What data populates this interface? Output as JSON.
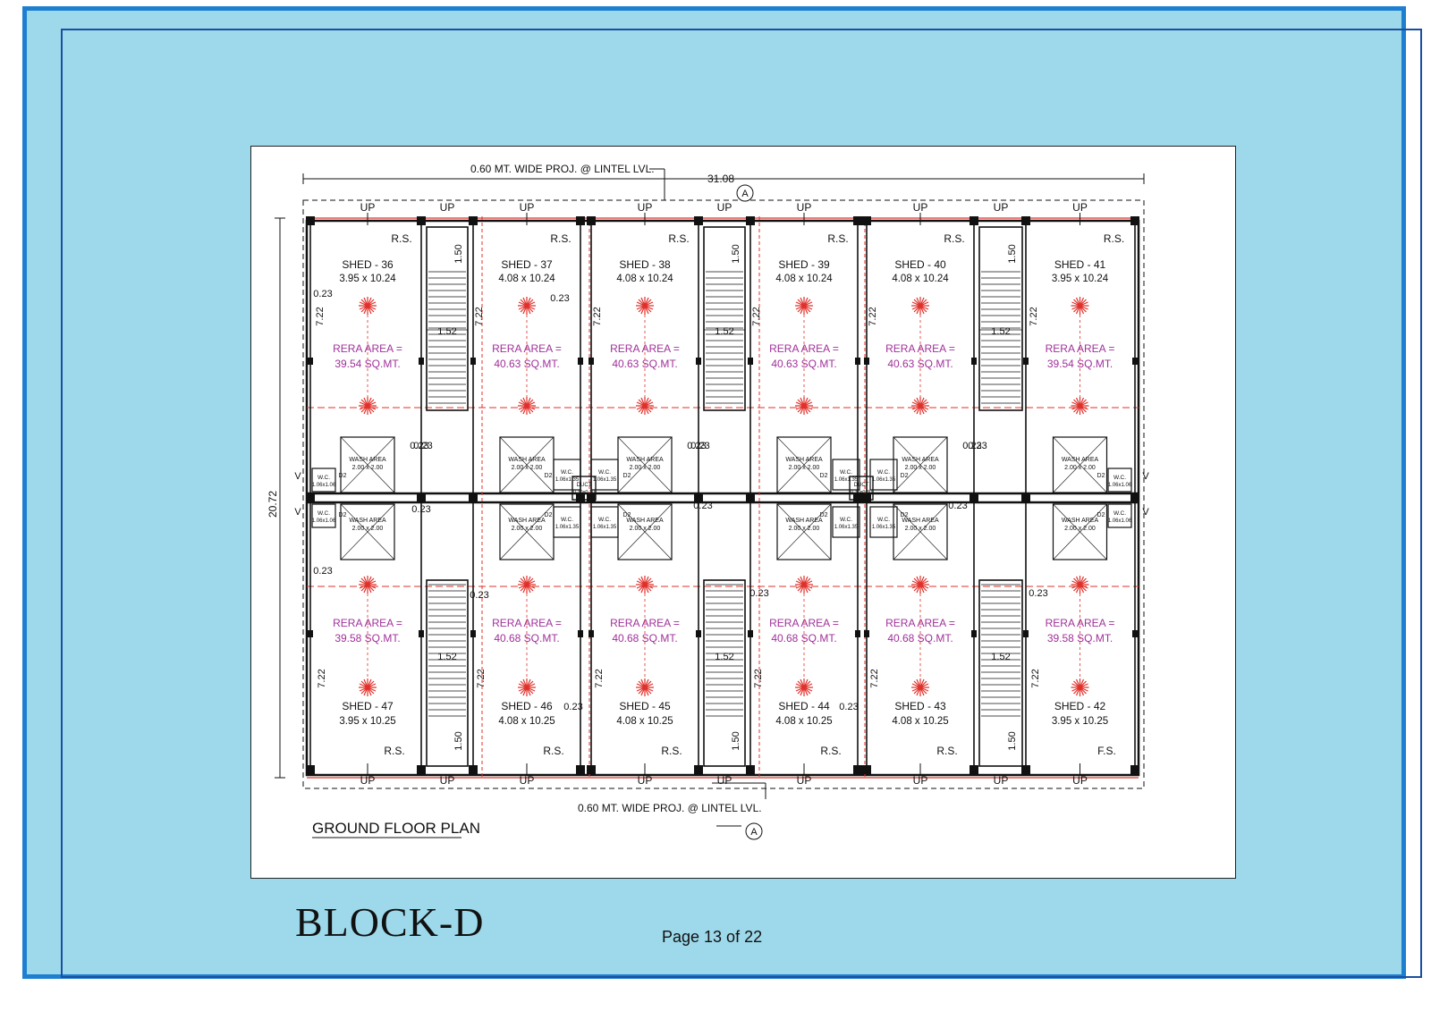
{
  "document": {
    "block_title": "BLOCK-D",
    "page_number": "Page 13 of 22"
  },
  "plan": {
    "plan_title": "GROUND FLOOR PLAN",
    "top_projection_note": "0.60 MT. WIDE PROJ. @ LINTEL LVL.",
    "bottom_projection_note": "0.60 MT. WIDE PROJ. @ LINTEL LVL.",
    "overall_width": "31.08",
    "overall_depth": "20.72",
    "section_marker": "A",
    "up_label": "UP",
    "rs_label": "R.S.",
    "fs_label": "F.S.",
    "shed_depth_dim": "7.22",
    "stair_width_dim": "1.52",
    "stair_landing_dim": "1.50",
    "wall_dim": "0.23",
    "duct_label": "DUCT",
    "duct_size": "0.30x0.30",
    "wash_area_label": "WASH AREA",
    "wash_area_size": "2.00 x 2.00",
    "wc_label": "W.C.",
    "wc_size_small": "1.06x1.06",
    "wc_size_large": "1.06x1.35",
    "d2_label": "D2",
    "v_label": "V",
    "colors": {
      "rera": "#a0309a",
      "marker": "#e0302a",
      "line": "#111111"
    },
    "sheds_top": [
      {
        "name": "SHED - 36",
        "size": "3.95 x 10.24",
        "rera_label": "RERA AREA =",
        "rera_value": "39.54 SQ.MT."
      },
      {
        "name": "SHED - 37",
        "size": "4.08 x 10.24",
        "rera_label": "RERA AREA =",
        "rera_value": "40.63 SQ.MT."
      },
      {
        "name": "SHED - 38",
        "size": "4.08 x 10.24",
        "rera_label": "RERA AREA =",
        "rera_value": "40.63 SQ.MT."
      },
      {
        "name": "SHED - 39",
        "size": "4.08 x 10.24",
        "rera_label": "RERA AREA =",
        "rera_value": "40.63 SQ.MT."
      },
      {
        "name": "SHED - 40",
        "size": "4.08 x 10.24",
        "rera_label": "RERA AREA =",
        "rera_value": "40.63 SQ.MT."
      },
      {
        "name": "SHED - 41",
        "size": "3.95 x 10.24",
        "rera_label": "RERA AREA =",
        "rera_value": "39.54 SQ.MT."
      }
    ],
    "sheds_bottom": [
      {
        "name": "SHED - 47",
        "size": "3.95 x 10.25",
        "rera_label": "RERA AREA =",
        "rera_value": "39.58 SQ.MT."
      },
      {
        "name": "SHED - 46",
        "size": "4.08 x 10.25",
        "rera_label": "RERA AREA =",
        "rera_value": "40.68 SQ.MT."
      },
      {
        "name": "SHED - 45",
        "size": "4.08 x 10.25",
        "rera_label": "RERA AREA =",
        "rera_value": "40.68 SQ.MT."
      },
      {
        "name": "SHED - 44",
        "size": "4.08 x 10.25",
        "rera_label": "RERA AREA =",
        "rera_value": "40.68 SQ.MT."
      },
      {
        "name": "SHED - 43",
        "size": "4.08 x 10.25",
        "rera_label": "RERA AREA =",
        "rera_value": "40.68 SQ.MT."
      },
      {
        "name": "SHED - 42",
        "size": "3.95 x 10.25",
        "rera_label": "RERA AREA =",
        "rera_value": "39.58 SQ.MT."
      }
    ]
  }
}
